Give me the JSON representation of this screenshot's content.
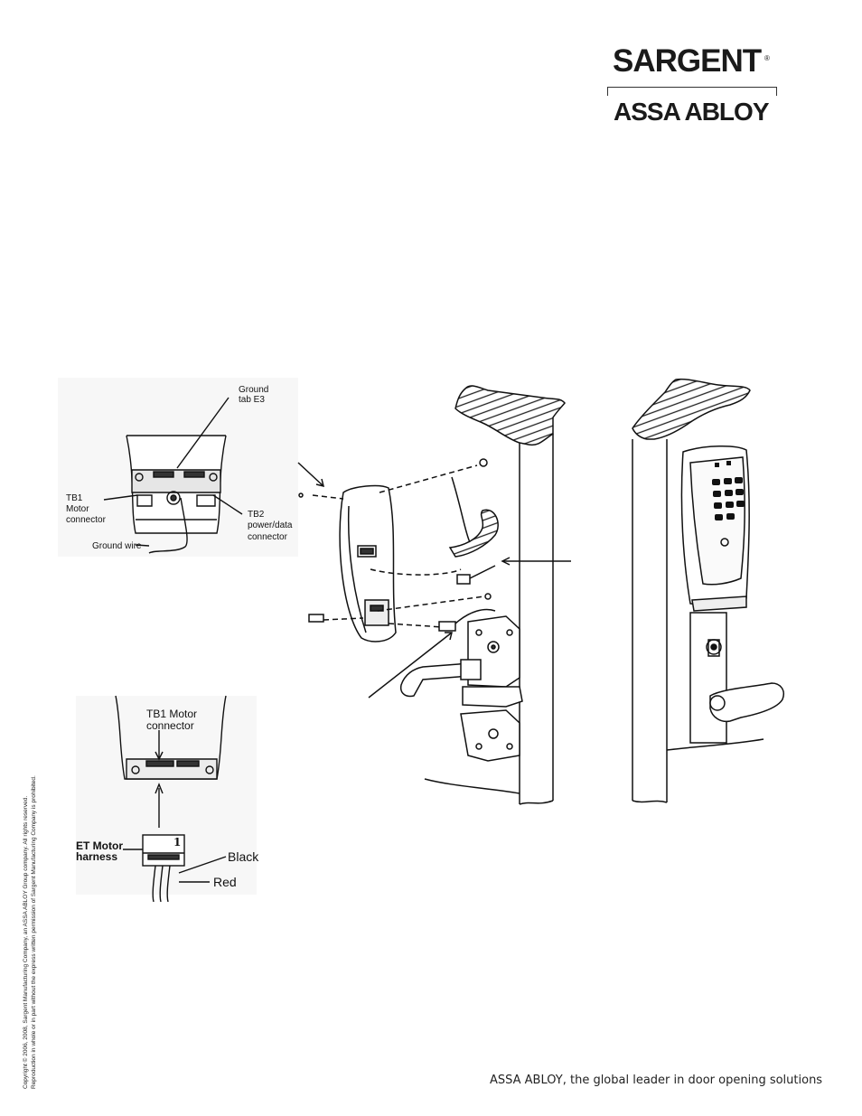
{
  "branding": {
    "sargent_logo": "SARGENT",
    "registered_mark": "®",
    "assa_abloy_logo": "ASSA ABLOY"
  },
  "diagram_top_left": {
    "ground_tab_label_line1": "Ground",
    "ground_tab_label_line2": "tab E3",
    "tb1_label_line1": "TB1",
    "tb1_label_line2": "Motor",
    "tb1_label_line3": "connector",
    "tb2_label_line1": "TB2",
    "tb2_label_line2": "power/data",
    "tb2_label_line3": "connector",
    "ground_wire_label": "Ground wire"
  },
  "diagram_bottom_left": {
    "tb1_motor_label_line1": "TB1 Motor",
    "tb1_motor_label_line2": "connector",
    "et_motor_label_line1": "ET Motor",
    "et_motor_label_line2": "harness",
    "harness_number": "1",
    "black_label": "Black",
    "red_label": "Red"
  },
  "copyright": {
    "line1": "Copyright © 2006, 2008, Sargent Manufacturing Company, an ASSA ABLOY Group company. All rights reserved.",
    "line2": "Reproduction in whole or in part without the express written permission of Sargent Manufacturing Company is prohibited."
  },
  "footer": {
    "tagline": "ASSA ABLOY, the global leader in door opening solutions"
  }
}
